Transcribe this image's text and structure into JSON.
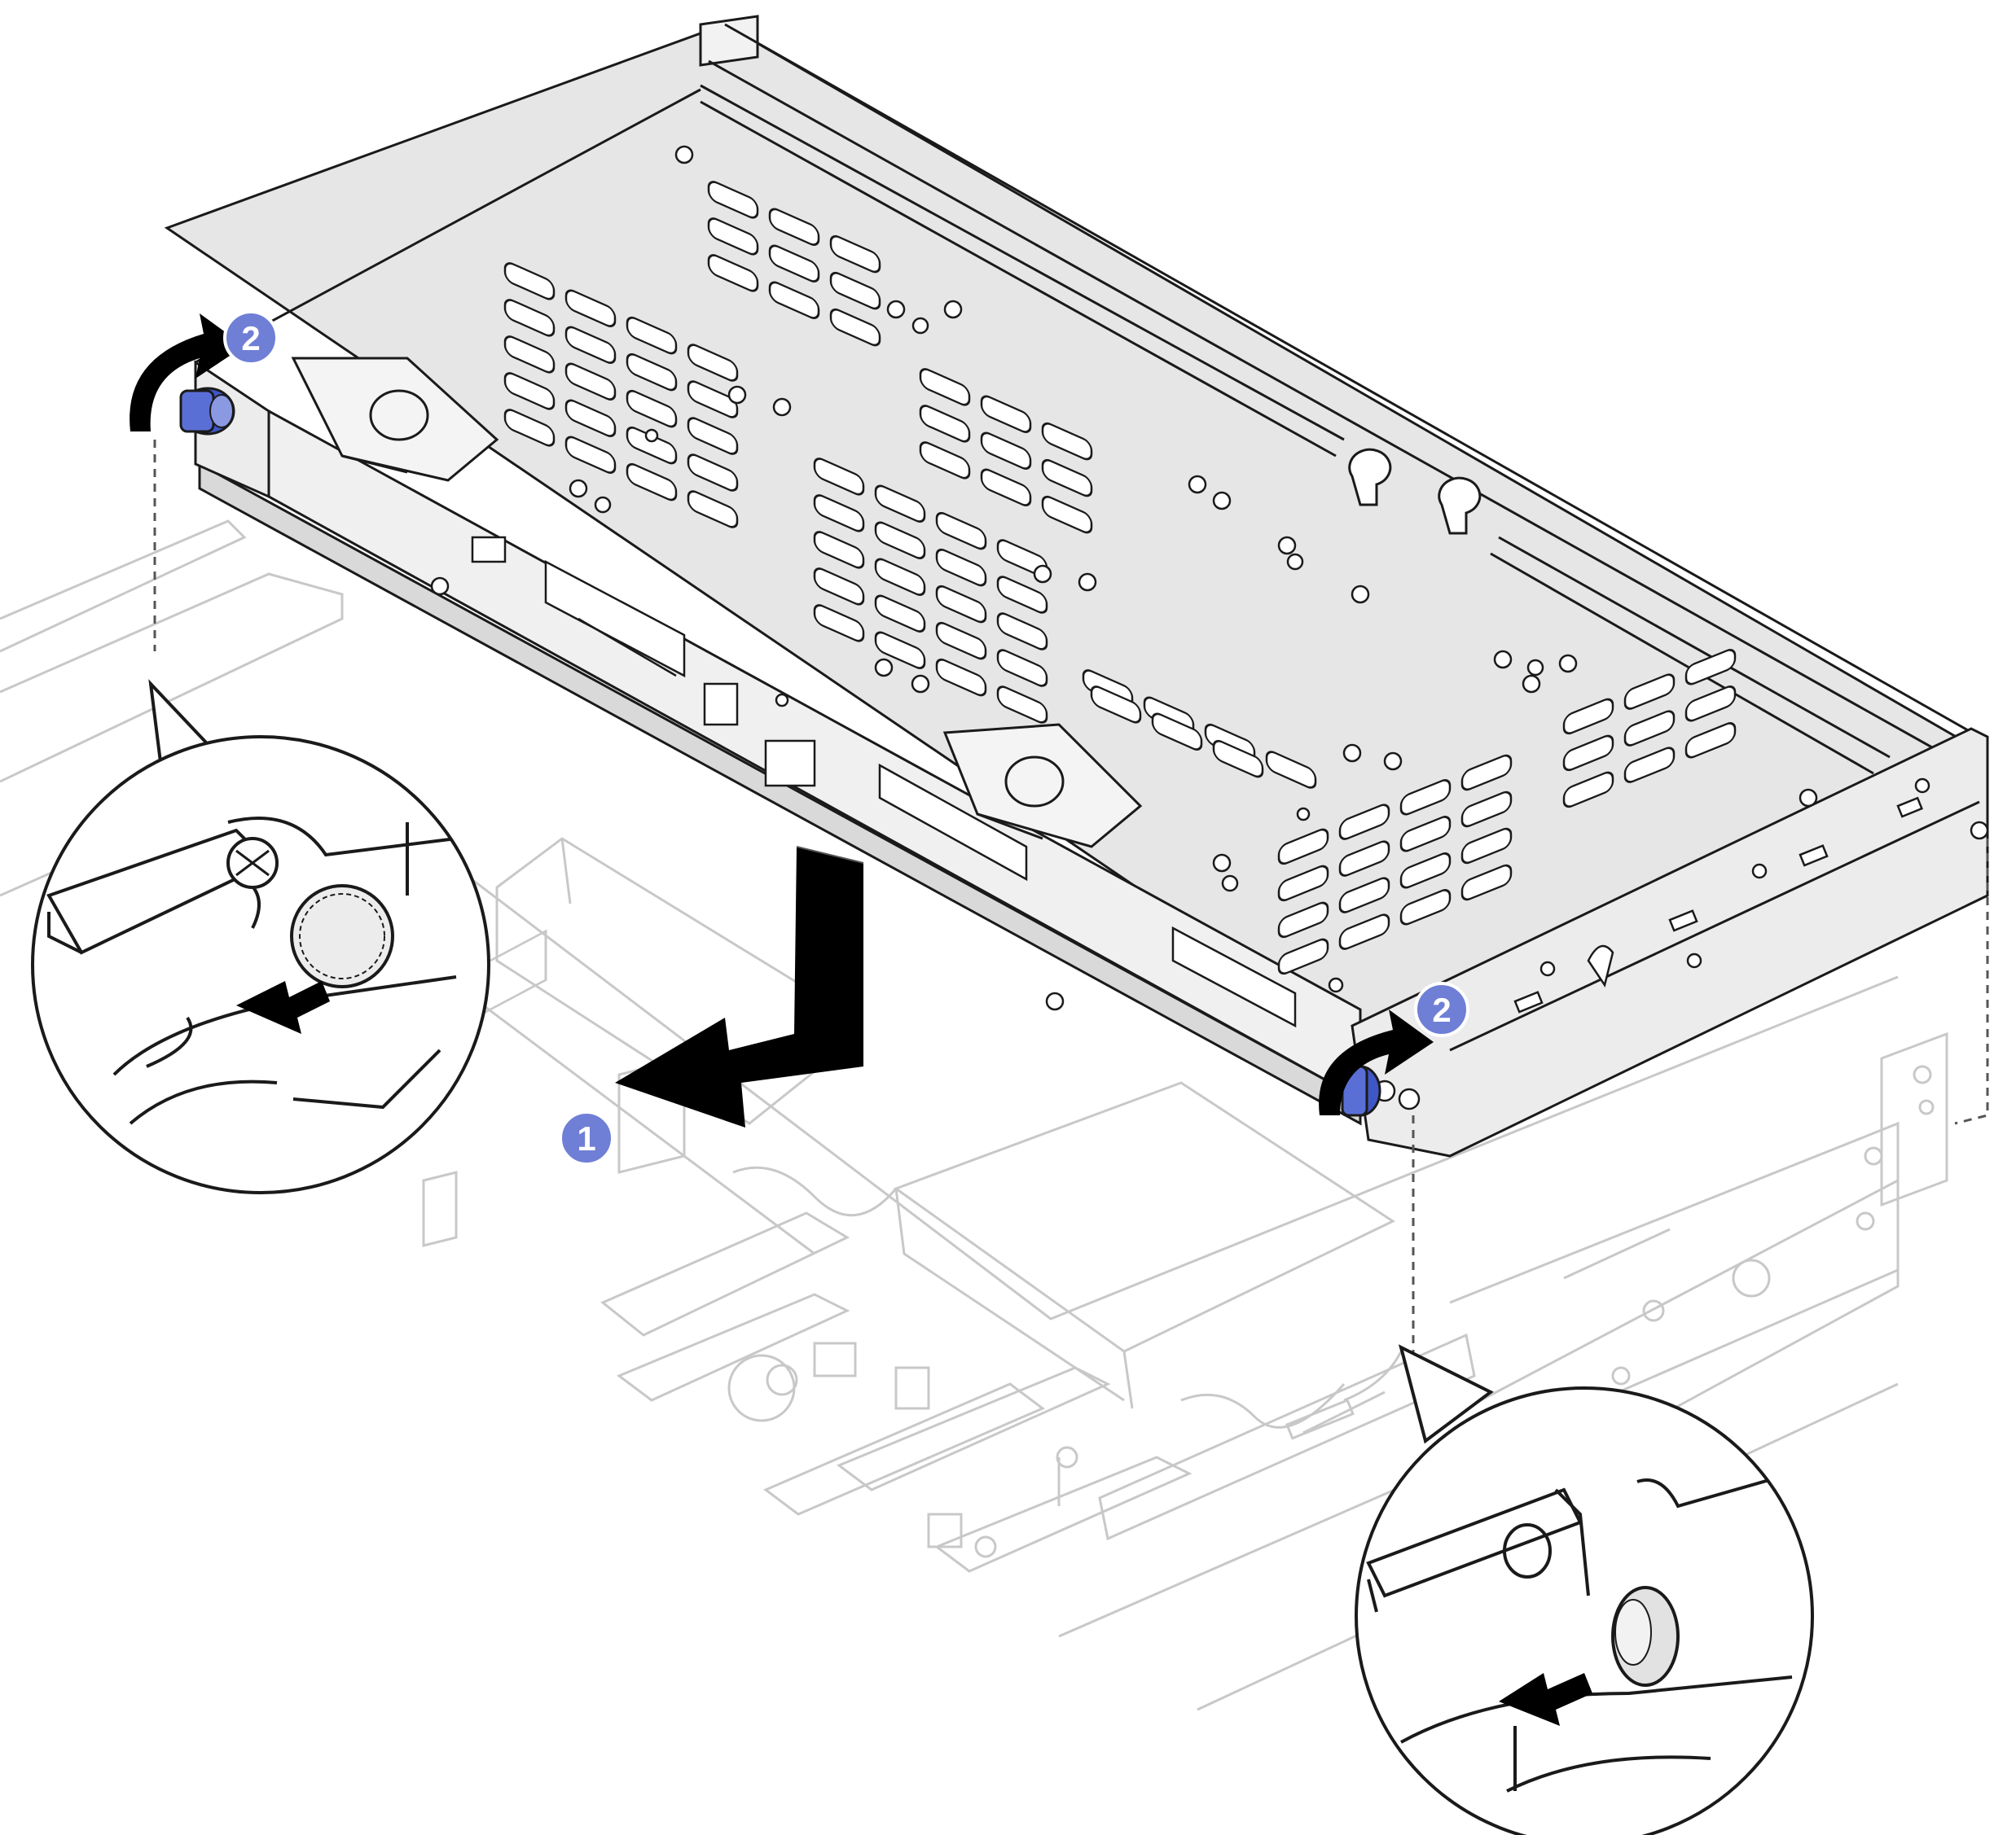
{
  "figure": {
    "description_free": true,
    "accent_color": "#6f7fd6",
    "callout_color": "#6f7fd6",
    "arrow_color": "#000000",
    "line_color": "#1a1a1a",
    "faded_line_color": "#c8c8c8",
    "cage_fill": "#e6e6e6",
    "thumbscrew_color": "#4a5fc9"
  },
  "callouts": {
    "step1": "1",
    "step2_left": "2",
    "step2_right": "2"
  },
  "icons": {
    "step1_marker": "numbered-callout-icon",
    "step2_marker": "numbered-callout-icon",
    "slide_arrow": "arrow-left-icon",
    "rotate_arrow": "rotate-counterclockwise-icon",
    "plunger_pull_arrow": "arrow-left-icon"
  }
}
